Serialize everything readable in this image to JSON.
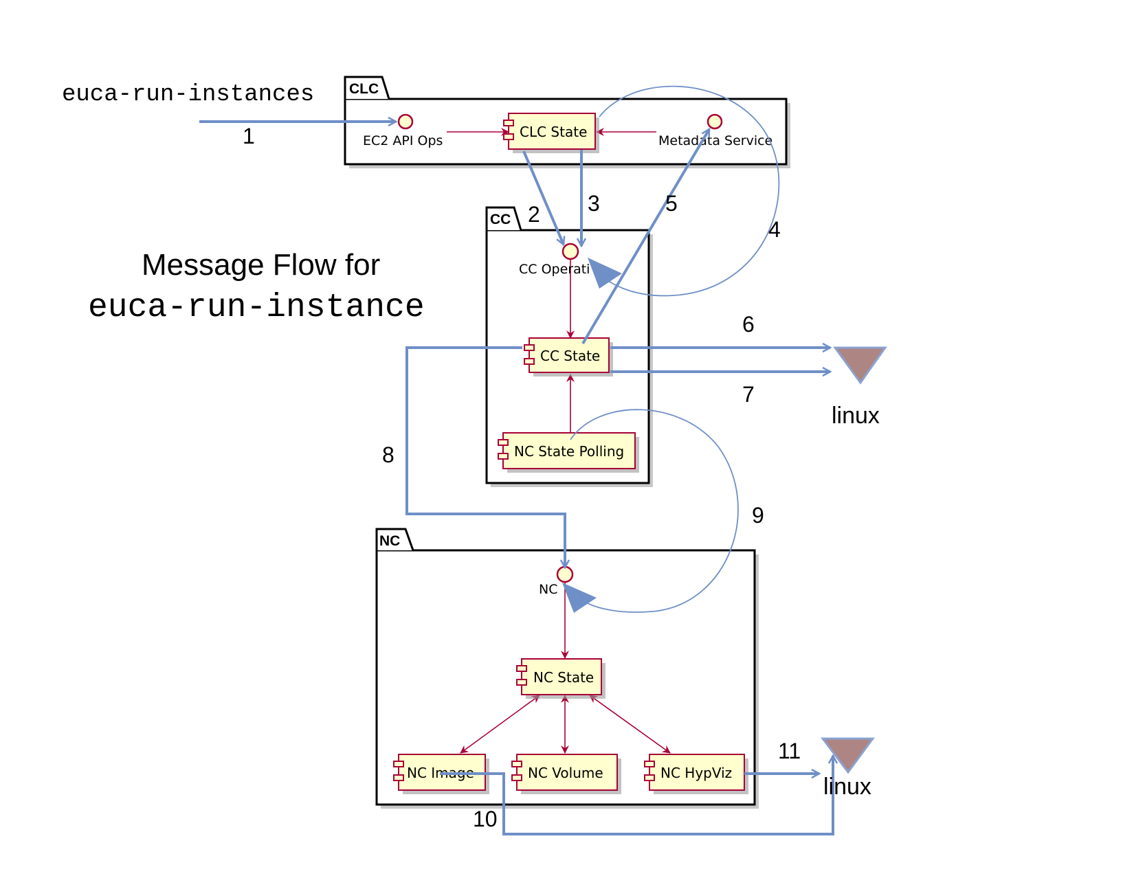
{
  "command": "euca-run-instances",
  "title": {
    "line1": "Message Flow for",
    "line2": "euca-run-instance"
  },
  "packages": {
    "clc": "CLC",
    "cc": "CC",
    "nc": "NC"
  },
  "interfaces": {
    "ec2_api_ops": "EC2 API Ops",
    "metadata_service": "Metadata Service",
    "cc_operations": "CC Operati",
    "nc_ops": "NC"
  },
  "components": {
    "clc_state": "CLC State",
    "cc_state": "CC State",
    "nc_state_polling": "NC State Polling",
    "nc_state": "NC State",
    "nc_image": "NC Image",
    "nc_volume": "NC Volume",
    "nc_hypviz": "NC HypViz"
  },
  "steps": [
    "1",
    "2",
    "3",
    "4",
    "5",
    "6",
    "7",
    "8",
    "9",
    "10",
    "11"
  ],
  "linux": [
    "linux",
    "linux"
  ],
  "colors": {
    "flow": "#6f8fc7",
    "dependency": "#a80036",
    "component_fill": "#fefece",
    "linux_triangle": "#ad8583"
  }
}
